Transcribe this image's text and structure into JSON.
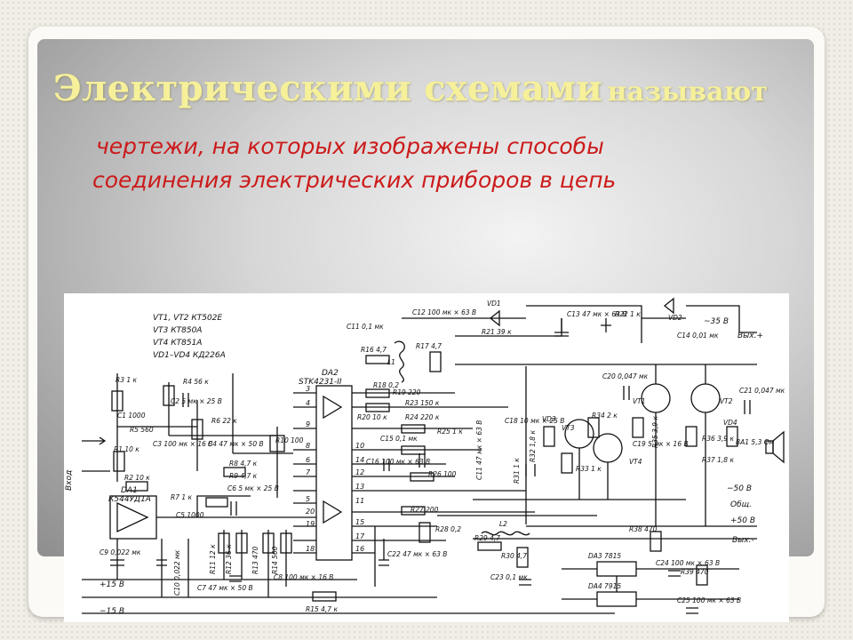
{
  "slide": {
    "title_strong": "Электрическими схемами",
    "title_rest": "называют",
    "subtitle_line1": "чертежи, на которых изображены способы",
    "subtitle_line2": "соединения электрических приборов в цепь",
    "colors": {
      "title": "#f6f09a",
      "subtitle": "#cc1a1a",
      "background": "#f0eee6",
      "panel": "#b5b5b5"
    }
  },
  "schematic": {
    "legend": [
      "VT1, VT2  КТ502Е",
      "VT3   КТ850А",
      "VT4   КТ851А",
      "VD1–VD4  КД226А"
    ],
    "ic_da2": "DA2",
    "ic_da2_type": "STK4231-II",
    "ic_da1": "DA1",
    "ic_da1_type": "К544УД1А",
    "input_label": "Вход",
    "terminals": {
      "out_plus": "Вых.+",
      "out_minus": "Вых.-",
      "common": "Общ.",
      "plus50": "+50 В",
      "minus50": "−50 В",
      "plus15": "+15 В",
      "minus15": "−15 В",
      "minus35": "~35 В"
    },
    "components": [
      "C11 0,1 мк",
      "R16 4,7",
      "L1",
      "R17 4,7",
      "C12 100 мк × 63 В",
      "VD1",
      "R21 39 к",
      "C13 47 мк × 63 В",
      "R22 1 к",
      "VD2",
      "C14 0,01 мк",
      "R3 1 к",
      "R4 56 к",
      "C1 1000",
      "C2 5 мк × 25 В",
      "R5 560",
      "R6 22 к",
      "C3 100 мк × 16 В",
      "C4 47 мк × 50 В",
      "R10 100",
      "R1 10 к",
      "R8 4,7 к",
      "R9 4,7 к",
      "R2 10 к",
      "C6 5 мк × 25 В",
      "R7 1 к",
      "C5 1000",
      "R18 0,2",
      "R19 220",
      "R23 150 к",
      "R20 10 к",
      "R24 220 к",
      "C15 0,1 мк",
      "R25 1 к",
      "C16 100 мк × 63 В",
      "R26 100",
      "C11 47 мк × 63 В",
      "C18 10 мк × 25 В",
      "R31 1 к",
      "VD3",
      "R32 1,8 к",
      "R33 1 к",
      "C20 0,047 мк",
      "VT1",
      "R34 2 к",
      "R35 3,9 к",
      "C19 5 мк × 16 В",
      "VT3",
      "VT4",
      "VT2",
      "R36 3,9 к",
      "VD4",
      "C21 0,047 мк",
      "R37 1,8 к",
      "BA1 5,3 Ом",
      "C9 0,022 мк",
      "C10 0,022 мк",
      "R11 12 к",
      "R12 36 к",
      "R13 470",
      "R14 560",
      "C7 47 мк × 50 В",
      "C8 100 мк × 16 В",
      "R15 4,7 к",
      "R27 200",
      "R28 0,2",
      "C22 47 мк × 63 В",
      "L2",
      "R29 4,7",
      "R30 4,7",
      "C23 0,1 мк",
      "R38 470",
      "DA3 7815",
      "C24 100 мк × 63 В",
      "DA4 7915",
      "R39 470",
      "C25 100 мк × 63 В"
    ],
    "da2_pins": [
      "3",
      "4",
      "9",
      "8",
      "10",
      "14",
      "6",
      "7",
      "12",
      "13",
      "11",
      "5",
      "20",
      "19",
      "15",
      "17",
      "18",
      "16"
    ]
  }
}
